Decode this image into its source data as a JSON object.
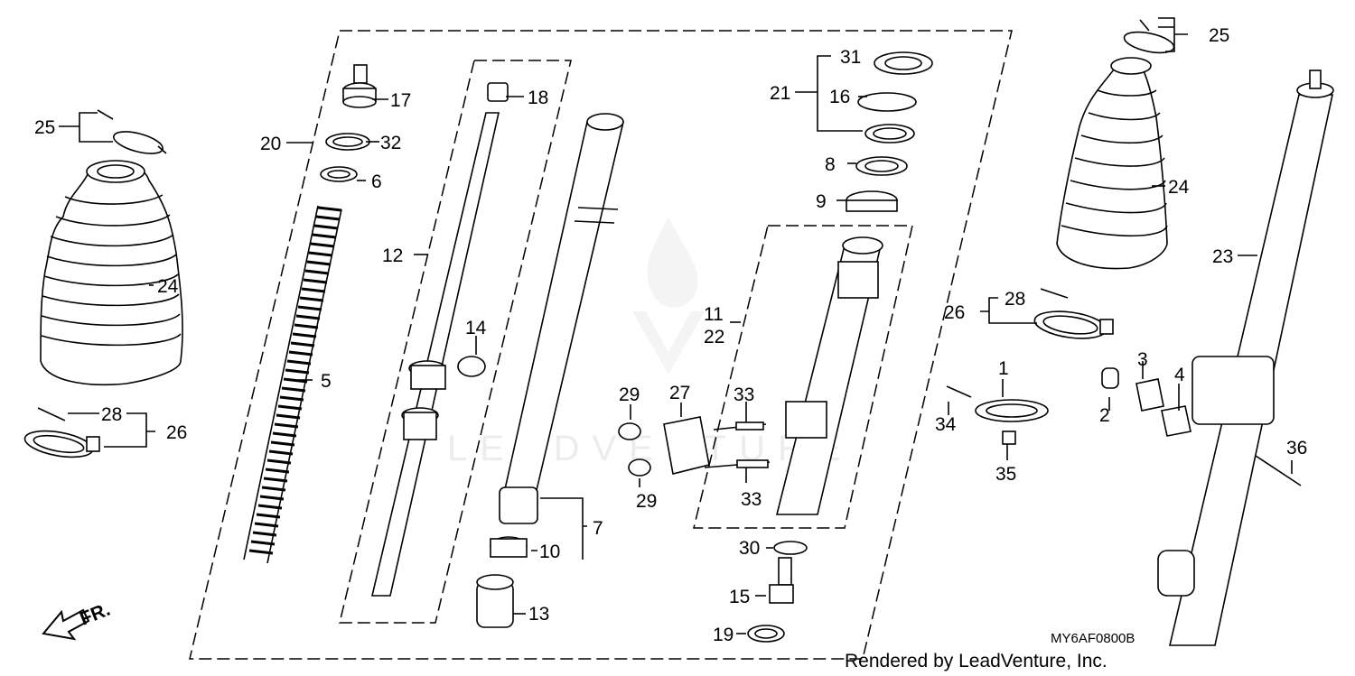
{
  "watermark": {
    "text": "LEADVENTURE"
  },
  "diagram_code": "MY6AF0800B",
  "credit": "Rendered by LeadVenture, Inc.",
  "direction_label": "FR.",
  "callouts": {
    "c1": "1",
    "c2": "2",
    "c3": "3",
    "c4": "4",
    "c5": "5",
    "c6": "6",
    "c7": "7",
    "c8": "8",
    "c9": "9",
    "c10": "10",
    "c11": "11",
    "c12": "12",
    "c13": "13",
    "c14": "14",
    "c15": "15",
    "c16": "16",
    "c17": "17",
    "c18": "18",
    "c19": "19",
    "c20": "20",
    "c21": "21",
    "c22": "22",
    "c23": "23",
    "c24a": "24",
    "c24b": "24",
    "c25a": "25",
    "c25b": "25",
    "c26a": "26",
    "c26b": "26",
    "c27": "27",
    "c28a": "28",
    "c28b": "28",
    "c29a": "29",
    "c29b": "29",
    "c30": "30",
    "c31": "31",
    "c32": "32",
    "c33a": "33",
    "c33b": "33",
    "c34": "34",
    "c35": "35",
    "c36": "36"
  }
}
